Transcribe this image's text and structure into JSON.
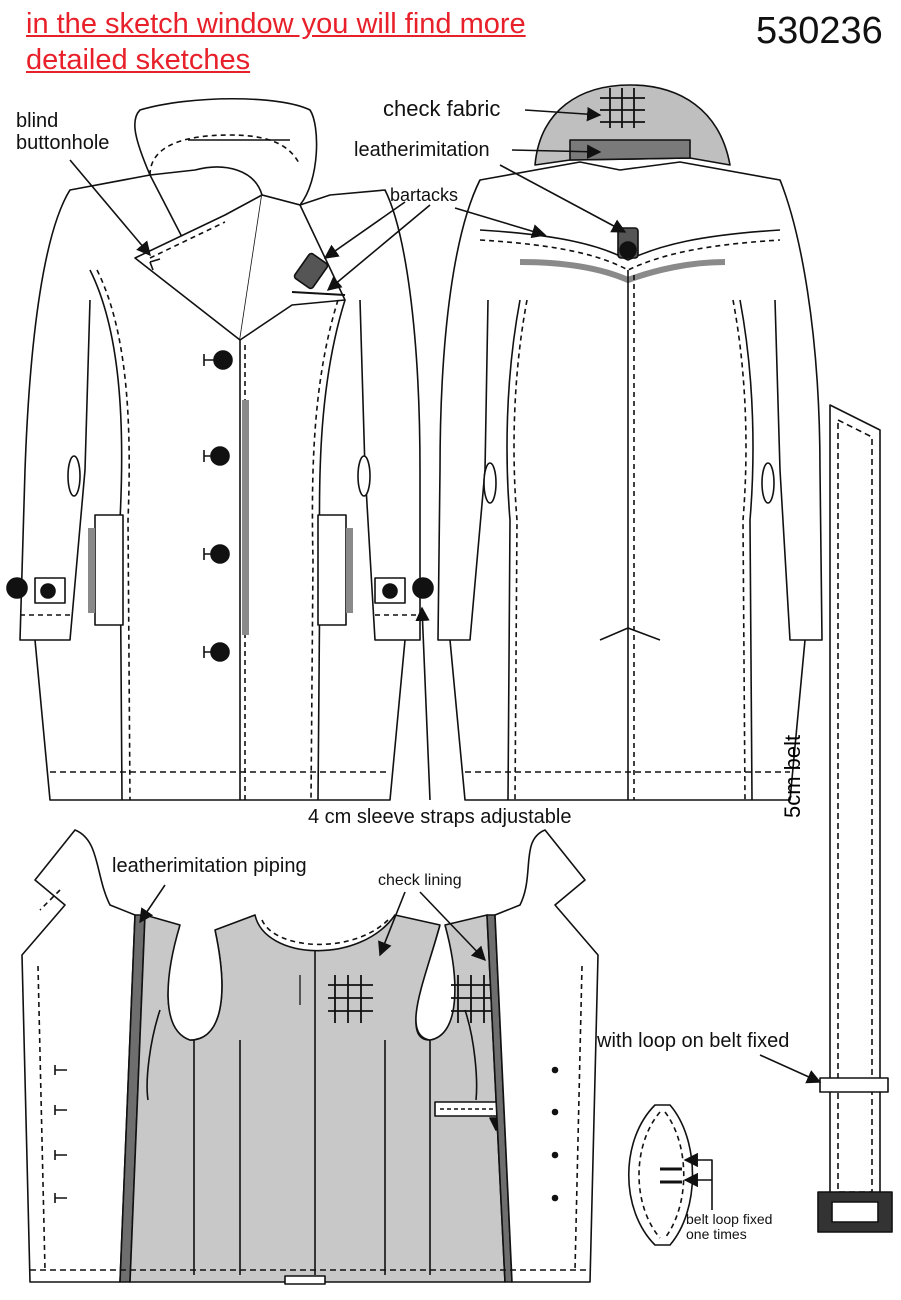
{
  "header": {
    "notice_line1": "in the sketch window you will find more ",
    "notice_line2": "detailed sketches ",
    "article_number": "530236"
  },
  "annotations": {
    "blind_buttonhole_line1": "blind",
    "blind_buttonhole_line2": "buttonhole",
    "check_fabric": "check fabric",
    "leatherimitation": "leatherimitation",
    "bartacks": "bartacks",
    "sleeve_straps": "4 cm sleeve straps adjustable",
    "belt": "5cm belt",
    "leatherimitation_piping": "leatherimitation piping",
    "check_lining": "check lining",
    "loop_on_belt": "with loop on belt fixed",
    "belt_loop_line1": "belt loop fixed",
    "belt_loop_line2": "one times"
  },
  "colors": {
    "notice_text": "#e8202a",
    "outline": "#111111",
    "lining_fill": "#c8c8c8",
    "piping_fill": "#6e6e6e",
    "accent_gray": "#8a8a8a",
    "collar_fill": "#bfbfbf"
  }
}
